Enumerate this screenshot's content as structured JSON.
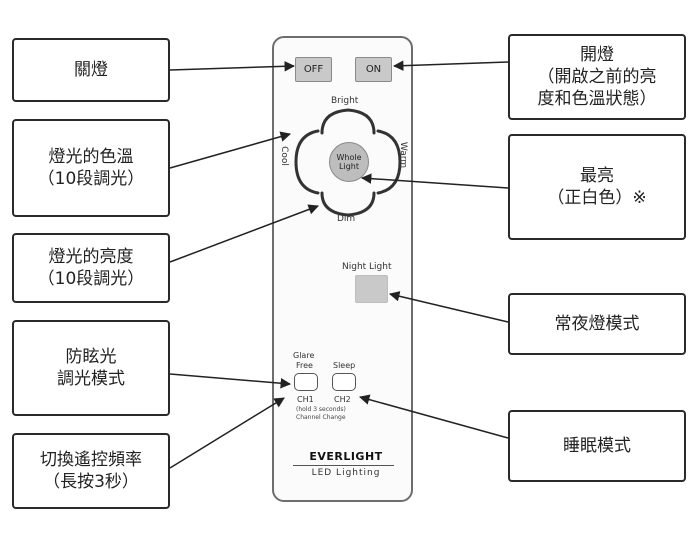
{
  "remote": {
    "off_label": "OFF",
    "on_label": "ON",
    "bright_label": "Bright",
    "dim_label": "Dim",
    "cool_label": "Cool",
    "warm_label": "Warm",
    "whole_light_line1": "Whole",
    "whole_light_line2": "Light",
    "night_light_label": "Night Light",
    "glare_free_line1": "Glare",
    "glare_free_line2": "Free",
    "sleep_label": "Sleep",
    "ch1_label": "CH1",
    "ch2_label": "CH2",
    "hold_note": "(hold 3 seconds)",
    "channel_change": "Channel Change",
    "brand": "EVERLIGHT",
    "tagline": "LED Lighting"
  },
  "callouts": {
    "light_off": [
      "關燈"
    ],
    "light_on": [
      "開燈",
      "（開啟之前的亮",
      "度和色溫狀態）"
    ],
    "color_temp": [
      "燈光的色溫",
      "（10段調光）"
    ],
    "brightest": [
      "最亮",
      "（正白色）※"
    ],
    "brightness": [
      "燈光的亮度",
      "（10段調光）"
    ],
    "night_light_mode": [
      "常夜燈模式"
    ],
    "anti_glare": [
      "防眩光",
      "調光模式"
    ],
    "sleep_mode": [
      "睡眠模式"
    ],
    "switch_channel": [
      "切換遙控頻率",
      "（長按3秒）"
    ]
  },
  "colors": {
    "button_gray": "#c9c9c9",
    "outline": "#2a2a2a",
    "remote_border": "#6d6d6d"
  }
}
